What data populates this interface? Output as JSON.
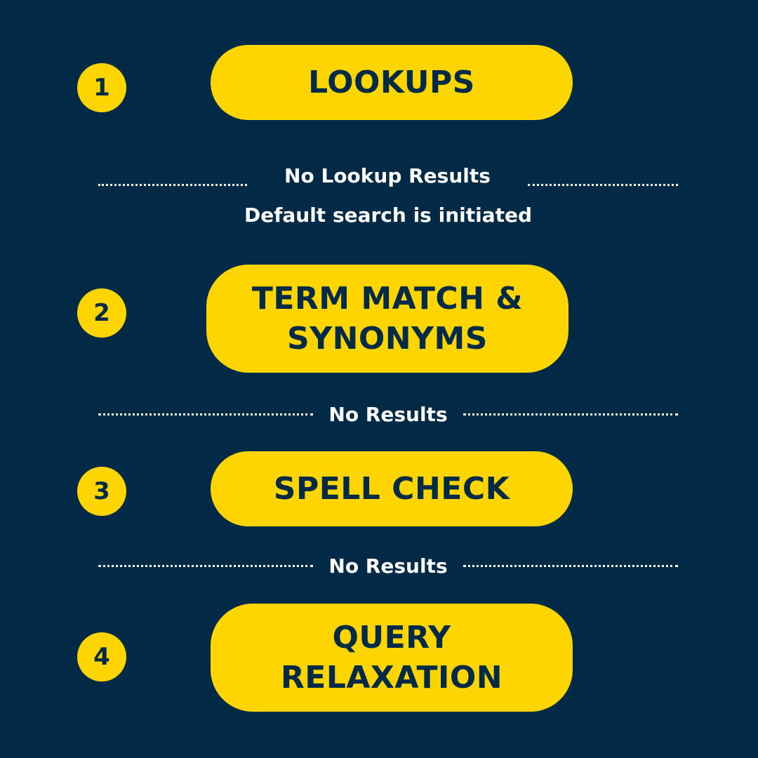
{
  "steps": [
    {
      "number": "1",
      "lines": [
        "LOOKUPS"
      ]
    },
    {
      "number": "2",
      "lines": [
        "TERM MATCH &",
        "SYNONYMS"
      ]
    },
    {
      "number": "3",
      "lines": [
        "SPELL CHECK"
      ]
    },
    {
      "number": "4",
      "lines": [
        "QUERY",
        "RELAXATION"
      ]
    }
  ],
  "connectors": [
    {
      "label": "No Lookup Results",
      "sublabel": "Default search is initiated"
    },
    {
      "label": "No Results"
    },
    {
      "label": "No Results"
    }
  ],
  "colors": {
    "background": "#002a45",
    "accent": "#ffd500",
    "text_dark": "#002a45",
    "text_light": "#ffffff"
  }
}
